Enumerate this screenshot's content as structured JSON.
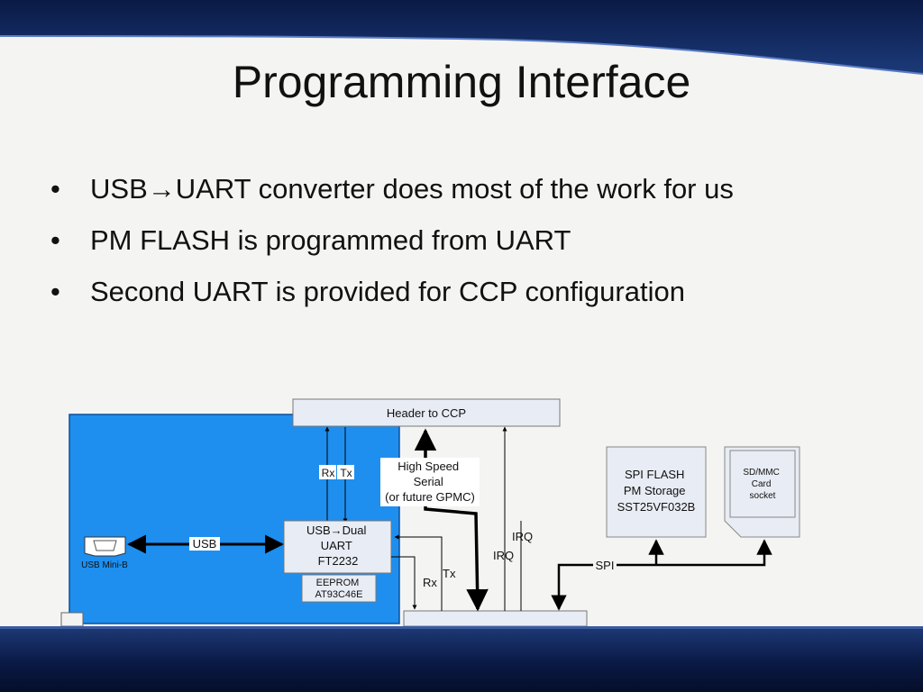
{
  "slide": {
    "title": "Programming Interface",
    "bullets": [
      {
        "part1": "USB",
        "arrow": "→",
        "part2": "UART converter does most of the work for us"
      },
      {
        "text": "PM FLASH is programmed from UART"
      },
      {
        "text": "Second UART is provided for CCP configuration"
      }
    ]
  },
  "diagram": {
    "header_ccp": "Header to CCP",
    "rx_label": "Rx",
    "tx_label": "Tx",
    "high_speed": [
      "High Speed",
      "Serial",
      "(or future GPMC)"
    ],
    "usb_mini_b": "USB Mini-B",
    "usb_label": "USB",
    "ft2232": {
      "line1_prefix": "USB",
      "line1_arrow": "→",
      "line1_suffix": "Dual",
      "line2": "UART",
      "line3": "FT2232"
    },
    "eeprom": [
      "EEPROM",
      "AT93C46E"
    ],
    "irq_a": "IRQ",
    "irq_b": "IRQ",
    "rx_lower": "Rx",
    "tx_lower": "Tx",
    "spi_label": "SPI",
    "spi_flash": [
      "SPI FLASH",
      "PM Storage",
      "SST25VF032B"
    ],
    "sd_card": [
      "SD/MMC",
      "Card",
      "socket"
    ]
  },
  "colors": {
    "board_blue": "#1e8fef",
    "band_dark": "#0a1a45",
    "box_fill": "#e8ecf4"
  }
}
